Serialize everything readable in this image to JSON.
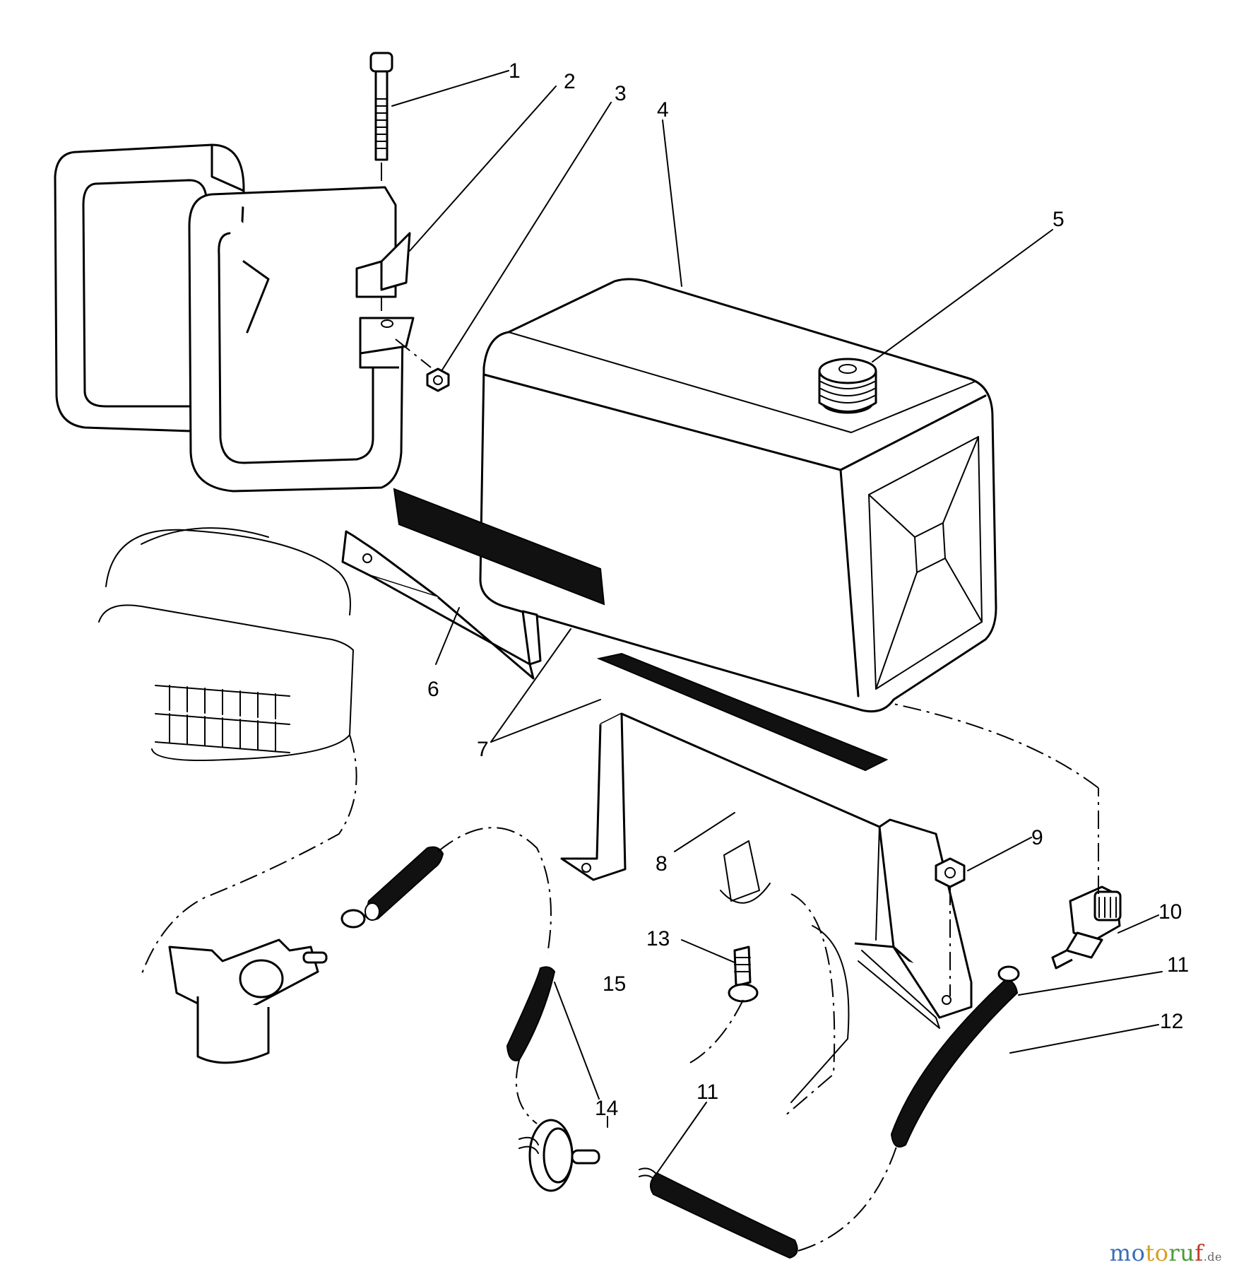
{
  "diagram": {
    "part_labels": [
      "1",
      "2",
      "3",
      "4",
      "5",
      "6",
      "7",
      "8",
      "9",
      "10",
      "11",
      "12",
      "13",
      "14",
      "15",
      "11"
    ]
  },
  "watermark": {
    "p1": "mo",
    "p2": "to",
    "p3": "ru",
    "p4": "f",
    "domain": ".de"
  }
}
